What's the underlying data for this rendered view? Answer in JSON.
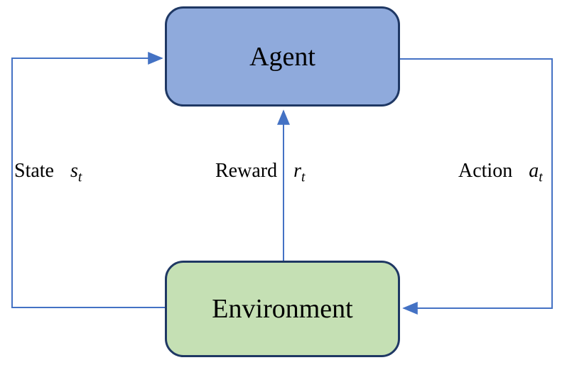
{
  "diagram": {
    "boxes": {
      "agent": {
        "label": "Agent"
      },
      "environment": {
        "label": "Environment"
      }
    },
    "edges": {
      "state": {
        "word": "State",
        "var": "s",
        "sub": "t"
      },
      "reward": {
        "word": "Reward",
        "var": "r",
        "sub": "t"
      },
      "action": {
        "word": "Action",
        "var": "a",
        "sub": "t"
      }
    },
    "colors": {
      "agent_fill": "#8FAADC",
      "agent_border": "#1F3864",
      "environment_fill": "#C5E0B4",
      "environment_border": "#1F3864",
      "arrow": "#4472C4",
      "text": "#000000",
      "background": "#FFFFFF"
    }
  }
}
